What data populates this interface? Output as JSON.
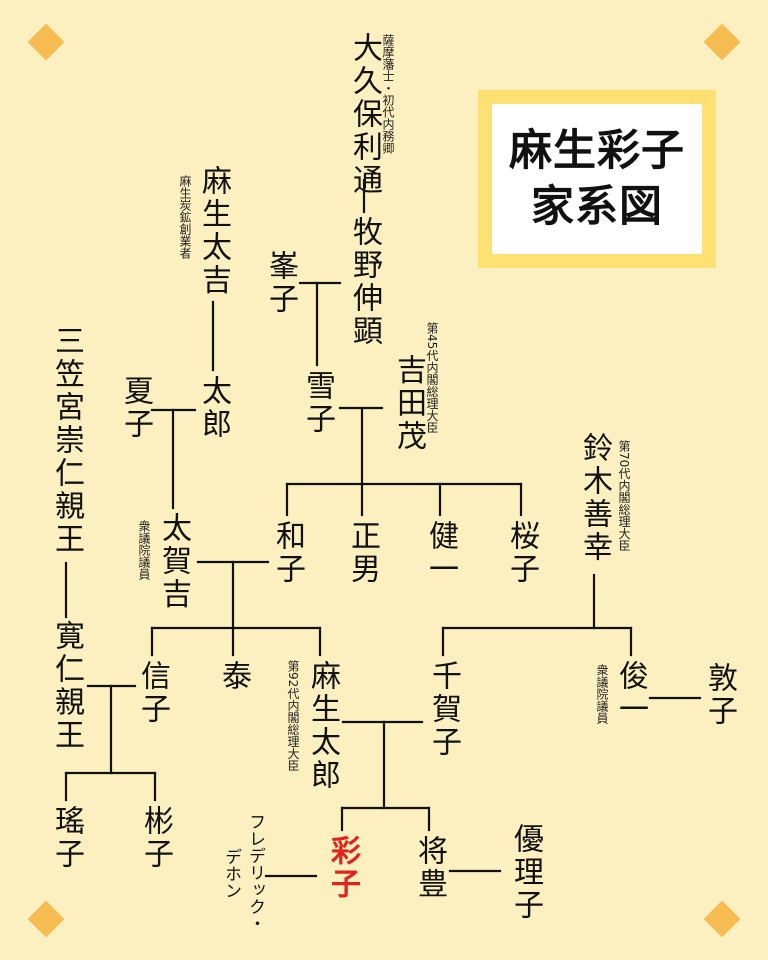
{
  "title": {
    "line1": "麻生彩子",
    "line2": "家系図"
  },
  "people": {
    "okubo": {
      "name": "大久保利通",
      "note": "薩摩藩士・初代内務卿"
    },
    "makino": {
      "name": "牧野伸顕"
    },
    "mineko": {
      "name": "峯子"
    },
    "yukiko": {
      "name": "雪子"
    },
    "yoshida": {
      "name": "吉田茂",
      "note": "第45代内閣総理大臣"
    },
    "aso_takichi": {
      "name": "麻生太吉",
      "note": "麻生炭鉱創業者"
    },
    "taro_elder": {
      "name": "太郎"
    },
    "natsuko": {
      "name": "夏子"
    },
    "takakichi": {
      "name": "太賀吉",
      "note": "衆議院議員"
    },
    "kazuko": {
      "name": "和子"
    },
    "masao": {
      "name": "正男"
    },
    "kenichi": {
      "name": "健一"
    },
    "sakurako": {
      "name": "桜子"
    },
    "suzuki": {
      "name": "鈴木善幸",
      "note": "第70代内閣総理大臣"
    },
    "mikasa": {
      "name": "三笠宮崇仁親王"
    },
    "tomohito": {
      "name": "寛仁親王"
    },
    "nobuko": {
      "name": "信子"
    },
    "yutaka": {
      "name": "泰"
    },
    "aso_taro": {
      "name": "麻生太郎",
      "note": "第92代内閣総理大臣"
    },
    "chikako": {
      "name": "千賀子"
    },
    "shunichi": {
      "name": "俊一",
      "note": "衆議院議員"
    },
    "atsuko": {
      "name": "敦子"
    },
    "yoko": {
      "name": "瑤子"
    },
    "akiko": {
      "name": "彬子"
    },
    "ayako": {
      "name": "彩子"
    },
    "masatoyo": {
      "name": "将豊"
    },
    "yuriko": {
      "name": "優理子"
    },
    "frederic": {
      "name_line1": "フレデリック・",
      "name_line2": "デホン"
    }
  },
  "colors": {
    "background": "#fdf0c0",
    "accent": "#f6bc52",
    "title_frame": "#fde273",
    "highlight": "#e0241c",
    "line": "#111111"
  }
}
